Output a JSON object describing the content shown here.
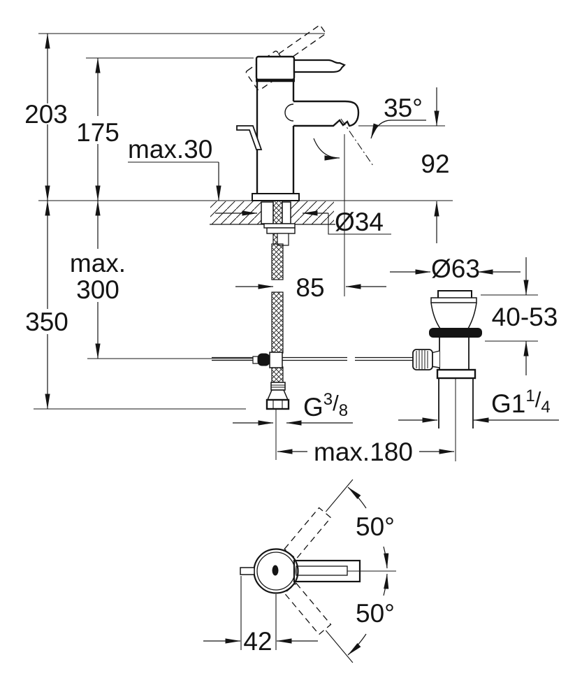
{
  "drawing": {
    "background": "#ffffff",
    "line_color": "#141414",
    "description": "Technical dimension drawing of single-lever basin mixer with pop-up waste: side view, waste detail and handle top view",
    "dimensions": {
      "total_height": "203",
      "body_height": "175",
      "max_deck_thickness": "max.30",
      "spray_angle": "35°",
      "outlet_height": "92",
      "hole_diameter": "Ø34",
      "max_hose_word": "max.",
      "max_hose_value": "300",
      "supply_length": "350",
      "outlet_reach": "85",
      "waste_diameter": "Ø63",
      "clamping_range": "40-53",
      "supply_thread": {
        "prefix": "G",
        "numerator": "3",
        "slash": "/",
        "denominator": "8"
      },
      "waste_thread": {
        "prefix": "G1",
        "numerator": "1",
        "slash": "/",
        "denominator": "4"
      },
      "max_waste_distance": "max.180",
      "swivel_angle_upper": "50°",
      "swivel_angle_lower": "50°",
      "lever_offset": "42"
    }
  }
}
